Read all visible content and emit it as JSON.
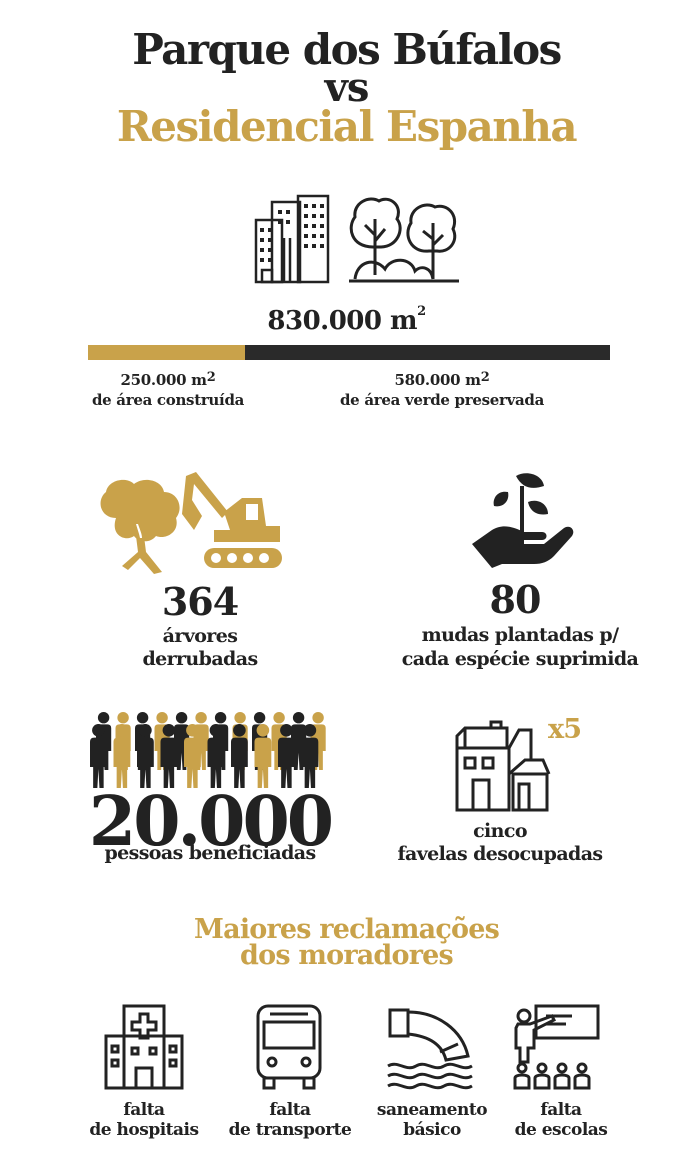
{
  "header": {
    "title_line1": "Parque dos Búfalos",
    "title_line2": "vs",
    "title_line3": "Residencial Espanha"
  },
  "area": {
    "total": "830.000 m",
    "total_sup": "2",
    "built_value": "250.000 m",
    "built_sup": "2",
    "built_label": "de área construída",
    "green_value": "580.000 m",
    "green_sup": "2",
    "green_label": "de área verde preservada",
    "built_fraction": 0.301
  },
  "stats": {
    "trees_number": "364",
    "trees_label_1": "árvores",
    "trees_label_2": "derrubadas",
    "seedlings_number": "80",
    "seedlings_label_1": "mudas plantadas p/",
    "seedlings_label_2": "cada espécie suprimida",
    "people_number": "20.000",
    "people_label": "pessoas beneficiadas",
    "favelas_multiplier": "x5",
    "favelas_label_1": "cinco",
    "favelas_label_2": "favelas desocupadas"
  },
  "complaints": {
    "heading_1": "Maiores reclamações",
    "heading_2": "dos moradores",
    "items": [
      {
        "line1": "falta",
        "line2": "de hospitais",
        "icon": "hospital-icon"
      },
      {
        "line1": "falta",
        "line2": "de transporte",
        "icon": "bus-icon"
      },
      {
        "line1": "saneamento",
        "line2": "básico",
        "icon": "sewage-pipe-icon"
      },
      {
        "line1": "falta",
        "line2": "de escolas",
        "icon": "classroom-icon"
      }
    ]
  },
  "colors": {
    "gold": "#c9a24a",
    "dark": "#222222"
  }
}
